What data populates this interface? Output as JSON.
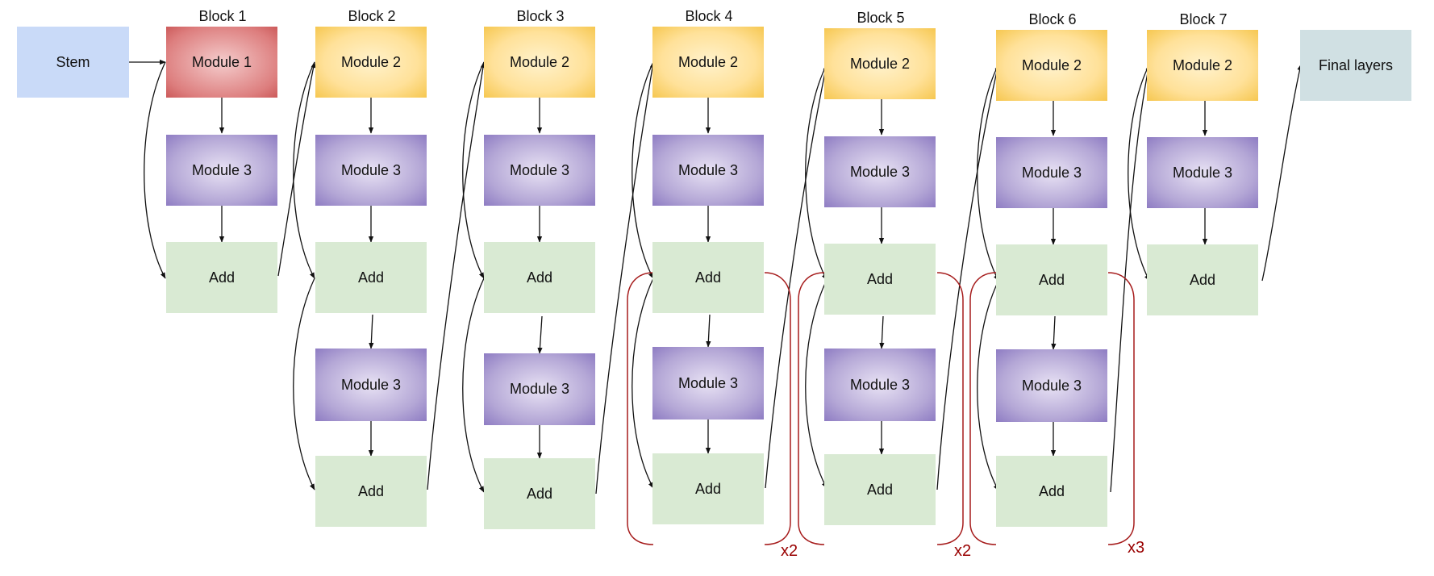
{
  "stem": {
    "label": "Stem"
  },
  "final": {
    "label": "Final layers"
  },
  "blocks": [
    {
      "title": "Block 1",
      "module1": "Module 1",
      "module3": "Module 3",
      "add": "Add"
    },
    {
      "title": "Block 2",
      "module2": "Module 2",
      "module3a": "Module 3",
      "add1": "Add",
      "module3b": "Module 3",
      "add2": "Add"
    },
    {
      "title": "Block 3",
      "module2": "Module 2",
      "module3a": "Module 3",
      "add1": "Add",
      "module3b": "Module 3",
      "add2": "Add"
    },
    {
      "title": "Block 4",
      "module2": "Module 2",
      "module3a": "Module 3",
      "add1": "Add",
      "module3b": "Module 3",
      "add2": "Add"
    },
    {
      "title": "Block 5",
      "module2": "Module 2",
      "module3a": "Module 3",
      "add1": "Add",
      "module3b": "Module 3",
      "add2": "Add"
    },
    {
      "title": "Block 6",
      "module2": "Module 2",
      "module3a": "Module 3",
      "add1": "Add",
      "module3b": "Module 3",
      "add2": "Add"
    },
    {
      "title": "Block 7",
      "module2": "Module 2",
      "module3": "Module 3",
      "add": "Add"
    }
  ],
  "repeats": [
    {
      "label": "x2",
      "color": "#990000"
    },
    {
      "label": "x2",
      "color": "#990000"
    },
    {
      "label": "x3",
      "color": "#990000"
    }
  ]
}
